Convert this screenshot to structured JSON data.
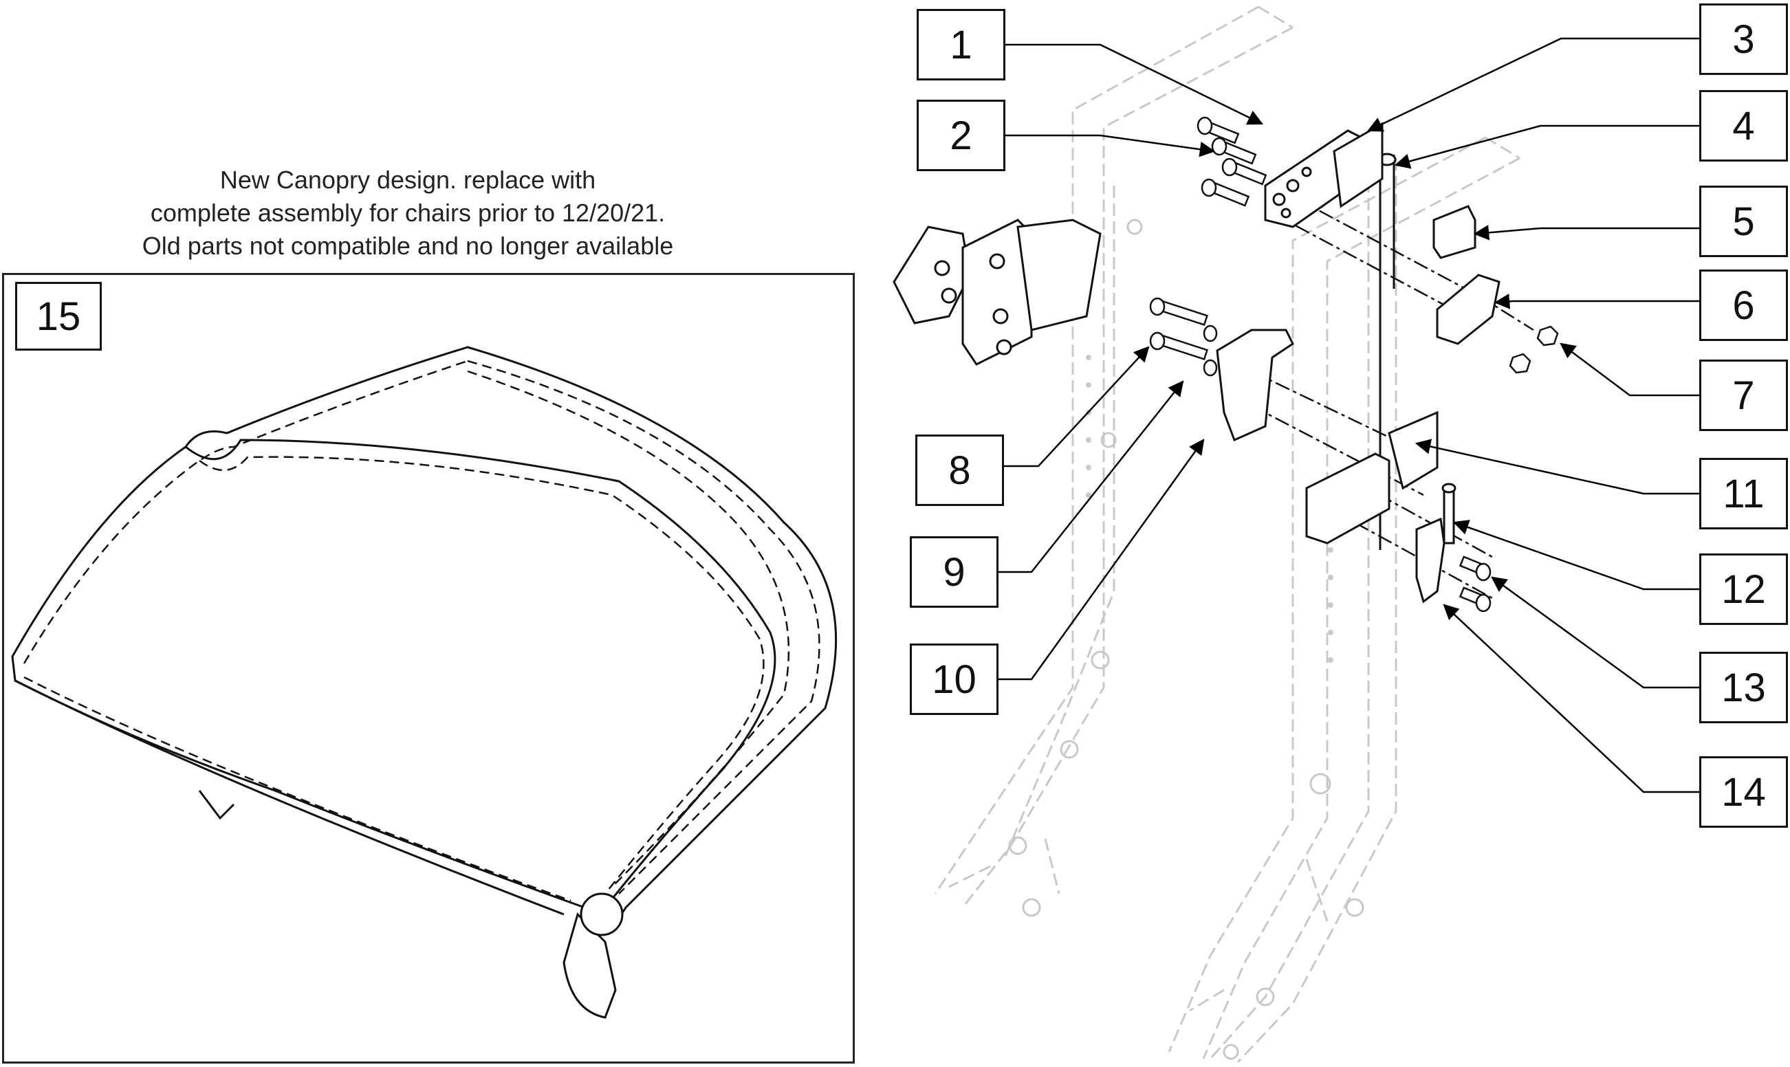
{
  "note": {
    "line1": "New Canopry design. replace with",
    "line2": "complete assembly for chairs prior to 12/20/21.",
    "line3": "Old parts not compatible and no longer available"
  },
  "callouts": [
    "1",
    "2",
    "3",
    "4",
    "5",
    "6",
    "7",
    "8",
    "9",
    "10",
    "11",
    "12",
    "13",
    "14",
    "15"
  ]
}
